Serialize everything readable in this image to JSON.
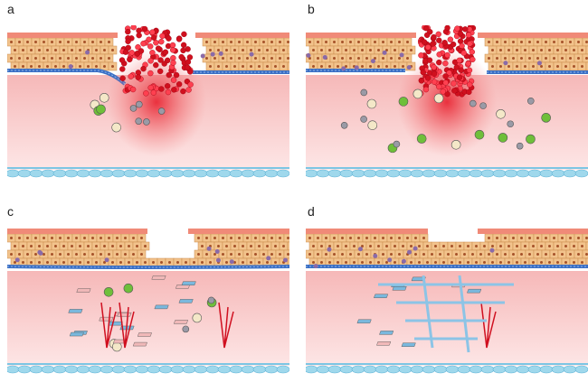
{
  "panels": [
    {
      "label": "a"
    },
    {
      "label": "b"
    },
    {
      "label": "c"
    },
    {
      "label": "d"
    }
  ],
  "colors": {
    "epidermis": "#f2c38c",
    "stratum_corneum": "#f08a78",
    "basement": "#3b6fc4",
    "dermis": "#f9d3d3",
    "hypodermis": "#9fd8ec",
    "blood": "#e0142a"
  }
}
